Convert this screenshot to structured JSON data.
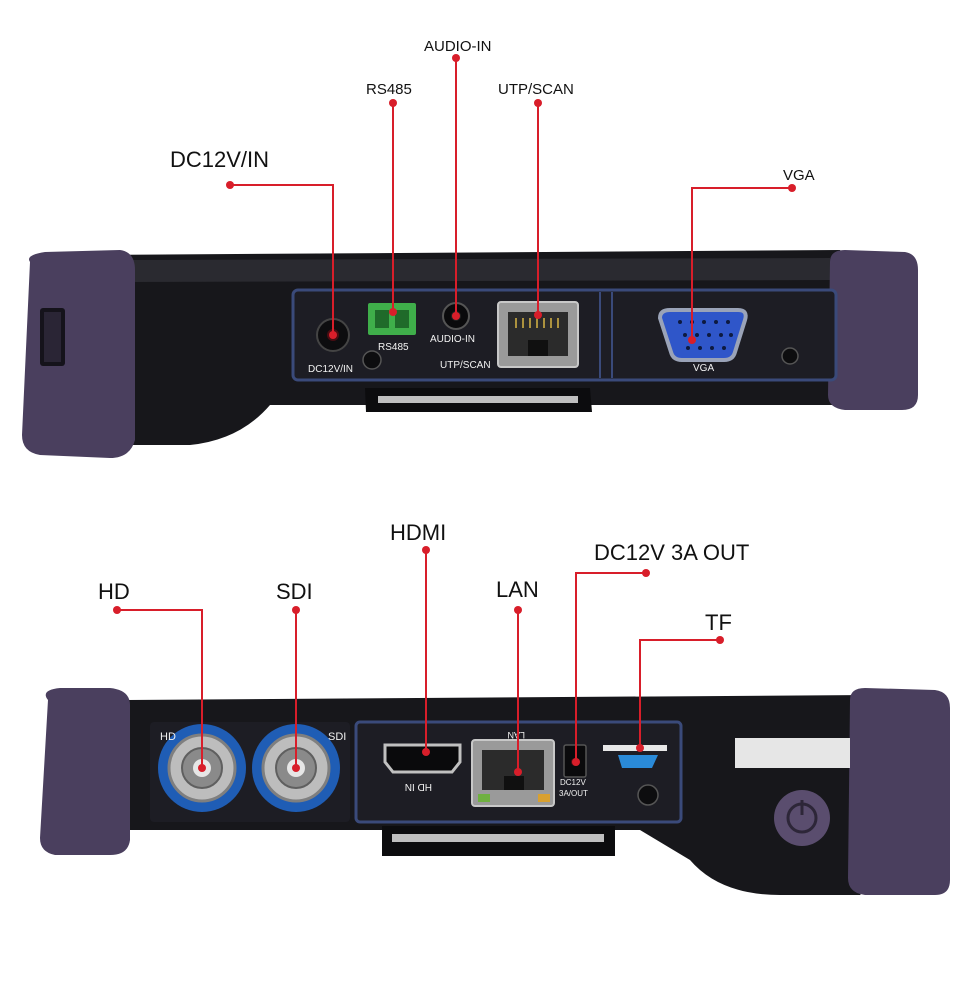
{
  "top_view": {
    "callouts": {
      "dc_in": "DC12V/IN",
      "rs485": "RS485",
      "audio_in": "AUDIO-IN",
      "utp_scan": "UTP/SCAN",
      "vga": "VGA"
    },
    "panel_labels": {
      "dc_in": "DC12V/IN",
      "rs485": "RS485",
      "audio_in": "AUDIO-IN",
      "utp_scan": "UTP/SCAN",
      "vga": "VGA"
    }
  },
  "bottom_view": {
    "callouts": {
      "hd": "HD",
      "sdi": "SDI",
      "hdmi": "HDMI",
      "lan": "LAN",
      "dc_out": "DC12V 3A OUT",
      "tf": "TF"
    },
    "panel_labels": {
      "hd": "HD",
      "sdi": "SDI",
      "hdmi_in": "HD IN",
      "lan": "LAN",
      "dc_out_line1": "DC12V",
      "dc_out_line2": "3A/OUT"
    }
  },
  "colors": {
    "leader_line": "#d81e2a",
    "bumper": "#4a3f5e",
    "body": "#17171b",
    "panel_trim": "#3a4a7a",
    "bnc_ring": "#1f5db5",
    "rs485_green": "#3fae4a",
    "vga_blue": "#2f56c9"
  }
}
